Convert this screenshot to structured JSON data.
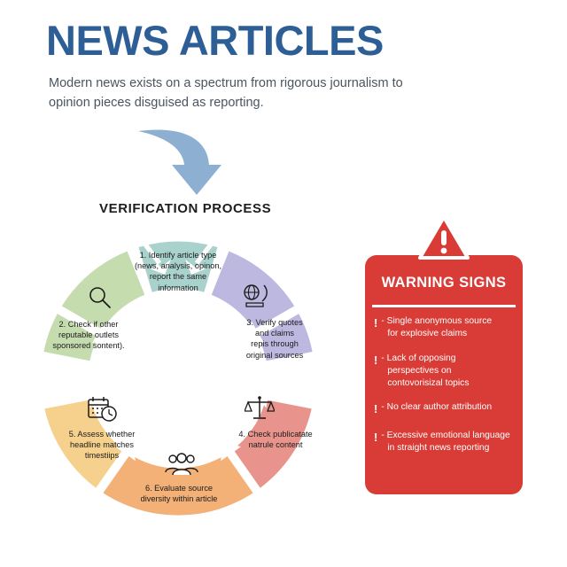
{
  "header": {
    "title": "NEWS ARTICLES",
    "subtitle": "Modern news exists on a spectrum from rigorous journalism to opinion pieces disguised as reporting.",
    "arrow_icon": "curved-down-arrow-icon"
  },
  "process": {
    "heading": "VERIFICATION PROCESS",
    "steps": [
      {
        "number": "1",
        "icon": "none",
        "color": "#a9d2cd",
        "lines": [
          "1. Identify article type",
          "(news, analysis, opinon,",
          "report the same",
          "information"
        ]
      },
      {
        "number": "2",
        "icon": "magnifying-glass-icon",
        "color": "#c5dcae",
        "lines": [
          "2. Check if other",
          "reputable outlets",
          "sponsored sontent)."
        ]
      },
      {
        "number": "3",
        "icon": "globe-quill-icon",
        "color": "#bdb8e0",
        "lines": [
          "3. Verify quotes",
          "and claims",
          "repis through",
          "original sources"
        ]
      },
      {
        "number": "4",
        "icon": "scales-balance-icon",
        "color": "#e8948c",
        "lines": [
          "4. Check publicatate",
          "natrule content"
        ]
      },
      {
        "number": "5",
        "icon": "calendar-clock-icon",
        "color": "#f6d18e",
        "lines": [
          "5. Assess whether",
          "headline matches",
          "timestiips"
        ]
      },
      {
        "number": "6",
        "icon": "people-group-icon",
        "color": "#f3b077",
        "lines": [
          "6. Evaluate source",
          "diversity within article"
        ]
      }
    ]
  },
  "warning": {
    "title": "WARNING SIGNS",
    "triangle_icon": "warning-triangle-icon",
    "bullet_glyph": "!",
    "accent_color": "#d93b36",
    "items": [
      {
        "lines": [
          "- Single anonymous source",
          "for explosive claims"
        ]
      },
      {
        "lines": [
          "- Lack of opposing",
          "perspectives on",
          "contovorisizal topics"
        ]
      },
      {
        "lines": [
          "- No clear author attribution"
        ]
      },
      {
        "lines": [
          "- Excessive emotional language",
          "in straight news reporting"
        ]
      }
    ]
  }
}
